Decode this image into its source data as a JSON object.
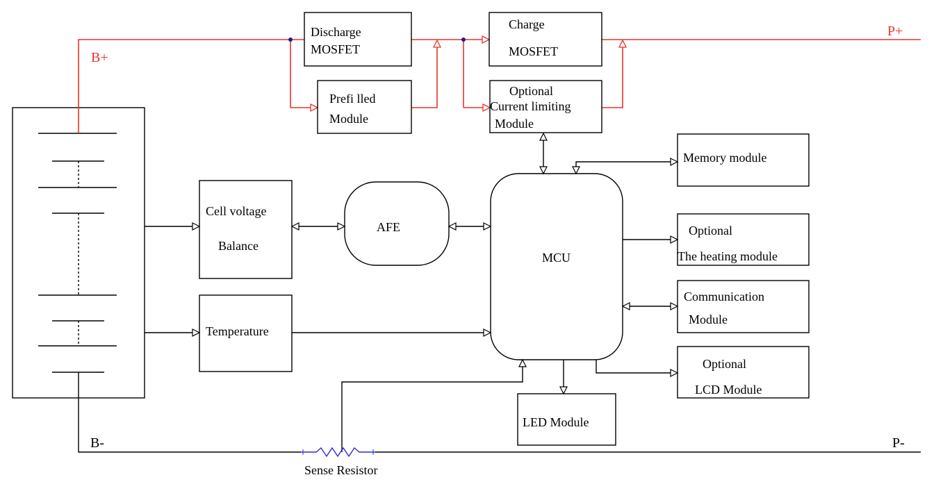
{
  "labels": {
    "b_plus": "B+",
    "b_minus": "B-",
    "p_plus": "P+",
    "p_minus": "P-",
    "discharge_l1": "Discharge",
    "discharge_l2": "MOSFET",
    "charge_l1": "Charge",
    "charge_l2": "MOSFET",
    "prefilled_l1": "Prefi lled",
    "prefilled_l2": "Module",
    "current_l1": "Optional",
    "current_l2": "Current limiting",
    "current_l3": "Module",
    "memory": "Memory module",
    "cell_l1": "Cell voltage",
    "cell_l2": "Balance",
    "afe": "AFE",
    "mcu": "MCU",
    "heating_l1": "Optional",
    "heating_l2": "The heating module",
    "comm_l1": "Communication",
    "comm_l2": "Module",
    "temperature": "Temperature",
    "lcd_l1": "Optional",
    "lcd_l2": "LCD Module",
    "led": "LED Module",
    "sense": "Sense Resistor"
  },
  "colors": {
    "power_path": "#e8332a",
    "signal_path": "#000000",
    "resistor": "#2b2bd6",
    "node_dot": "#1a237e"
  }
}
